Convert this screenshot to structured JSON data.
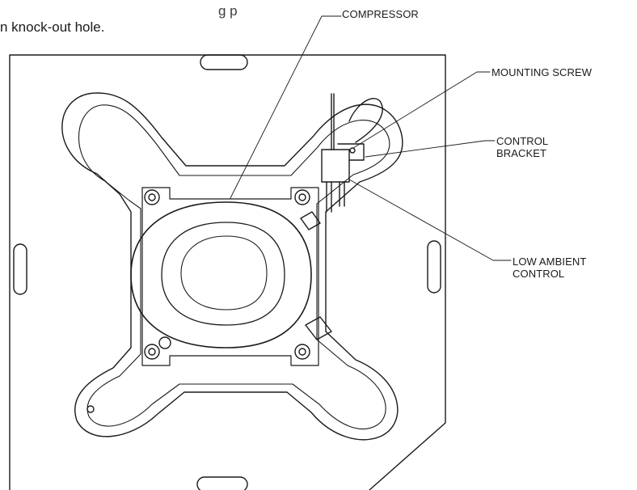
{
  "intro_text": {
    "line1": "g p",
    "line2": "n knock-out hole."
  },
  "callouts": {
    "compressor": "COMPRESSOR",
    "mounting_screw": "MOUNTING SCREW",
    "control_bracket": [
      "CONTROL",
      "BRACKET"
    ],
    "low_ambient_control": [
      "LOW AMBIENT",
      "CONTROL"
    ]
  },
  "colors": {
    "line": "#1a1a1a",
    "fill": "#ffffff"
  }
}
